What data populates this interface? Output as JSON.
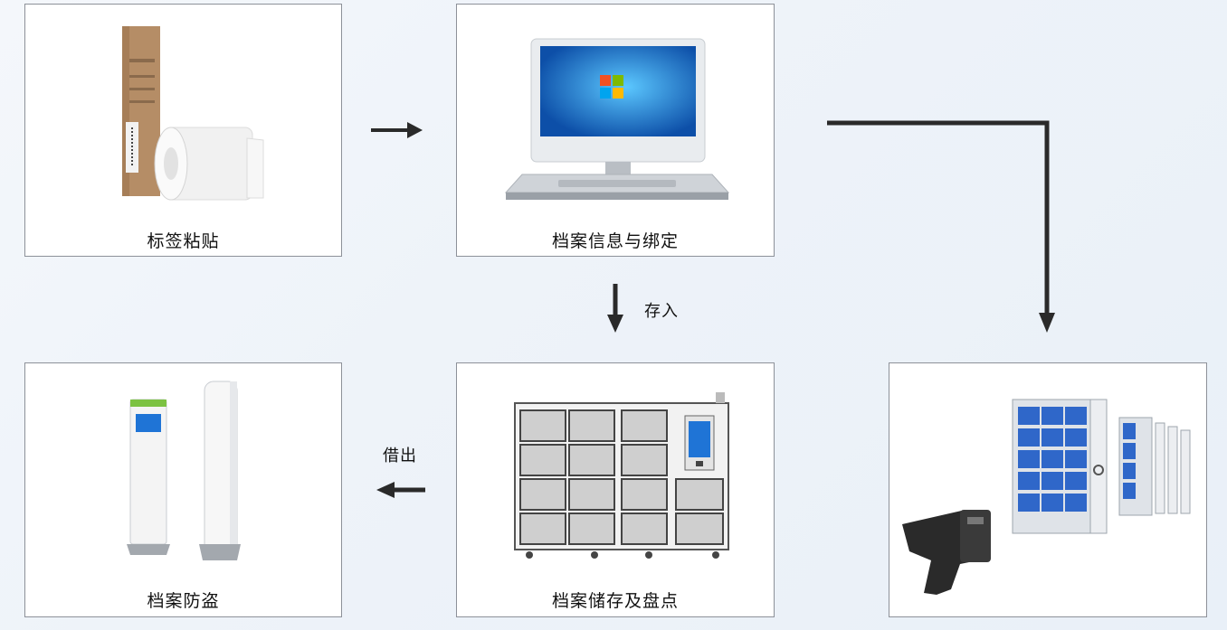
{
  "steps": {
    "label_paste": "标签粘贴",
    "info_binding": "档案信息与绑定",
    "storage_inventory": "档案储存及盘点",
    "anti_theft": "档案防盗",
    "shelf_reader": ""
  },
  "arrows": {
    "store_in": "存入",
    "borrow_out": "借出"
  },
  "colors": {
    "arrow": "#2a2a2a",
    "card_border": "#8d9199",
    "screen_blue": "#1f74d6",
    "file_blue": "#2f67c9"
  }
}
